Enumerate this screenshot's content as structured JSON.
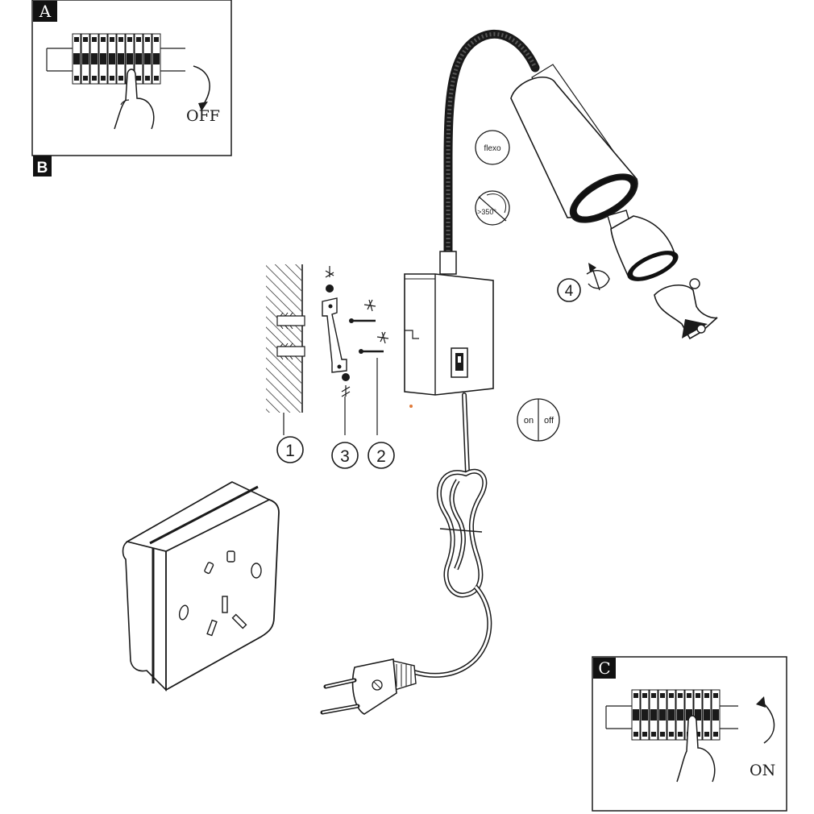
{
  "panels": {
    "a": {
      "tag": "A",
      "caption": "OFF"
    },
    "b": {
      "tag": "B"
    },
    "c": {
      "tag": "C",
      "caption": "ON"
    }
  },
  "steps": {
    "one": "1",
    "two": "2",
    "three": "3",
    "four": "4"
  },
  "badges": {
    "flexo": "flexo",
    "rotation": ">350°",
    "on": "on",
    "off": "off"
  },
  "colors": {
    "ink": "#1a1a1a",
    "background": "#ffffff",
    "tag_fill": "#111111"
  }
}
